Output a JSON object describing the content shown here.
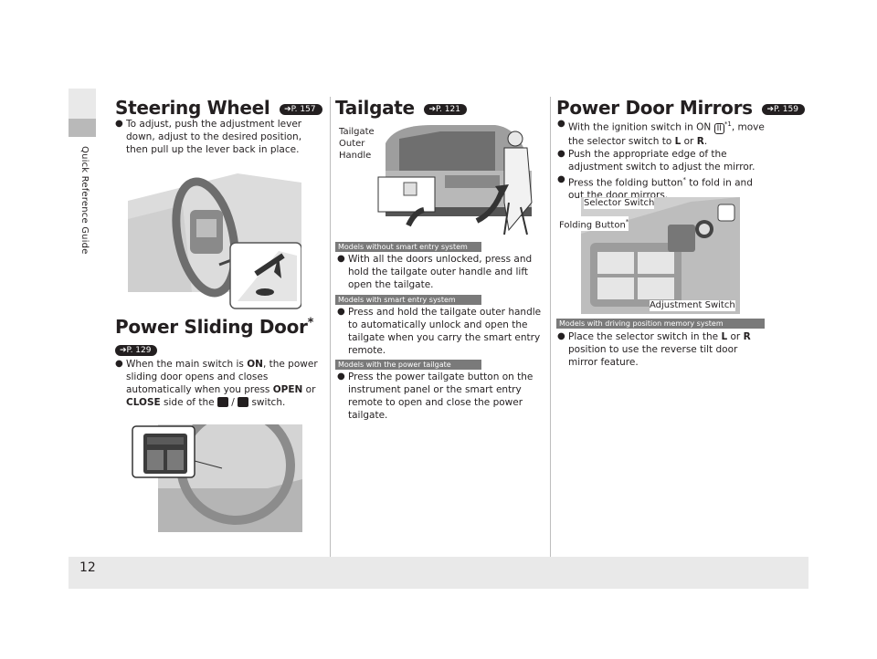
{
  "page": {
    "number": "12",
    "side_tab": "Quick Reference Guide"
  },
  "steering": {
    "title": "Steering Wheel",
    "ref": "P. 157",
    "text": "To adjust, push the adjustment lever down, adjust to the desired position, then pull up the lever back in place."
  },
  "sliding": {
    "title": "Power Sliding Door",
    "star": "*",
    "ref": "P. 129",
    "t1": "When the main switch is ",
    "on": "ON",
    "t2": ", the power sliding door opens and closes automatically when you press ",
    "open": "OPEN",
    "t3": " or ",
    "close": "CLOSE",
    "t4": " side of the ",
    "slash": " / ",
    "t5": " switch."
  },
  "tailgate": {
    "title": "Tailgate",
    "ref": "P. 121",
    "label": "Tailgate Outer Handle",
    "bar1": "Models without smart entry system",
    "b1": "With all the doors unlocked, press and hold the tailgate outer handle and lift open the tailgate.",
    "bar2": "Models with smart entry system",
    "b2": "Press and hold the tailgate outer handle to automatically unlock and open the tailgate when you carry the smart entry remote.",
    "bar3": "Models with the power tailgate",
    "b3": "Press the power tailgate button on the instrument panel or the smart entry remote to open and close the power tailgate."
  },
  "mirrors": {
    "title": "Power Door Mirrors",
    "ref": "P. 159",
    "b1a": "With the ignition switch in ON ",
    "ign": "II",
    "b1sup": "*1",
    "b1b": ", move the selector switch to ",
    "l": "L",
    "or": " or ",
    "r": "R",
    "period": ".",
    "b2": "Push the appropriate edge of the adjustment switch to adjust the mirror.",
    "b3a": "Press the folding button",
    "b3sup": "*",
    "b3b": " to fold in and out the door mirrors.",
    "label_selector": "Selector Switch",
    "label_folding": "Folding Button",
    "label_folding_sup": "*",
    "label_adjust": "Adjustment Switch",
    "bar": "Models with driving position memory system",
    "b4a": "Place the selector switch in the ",
    "b4b": " position to use the reverse tilt door mirror feature."
  },
  "bullet_glyph": "●"
}
